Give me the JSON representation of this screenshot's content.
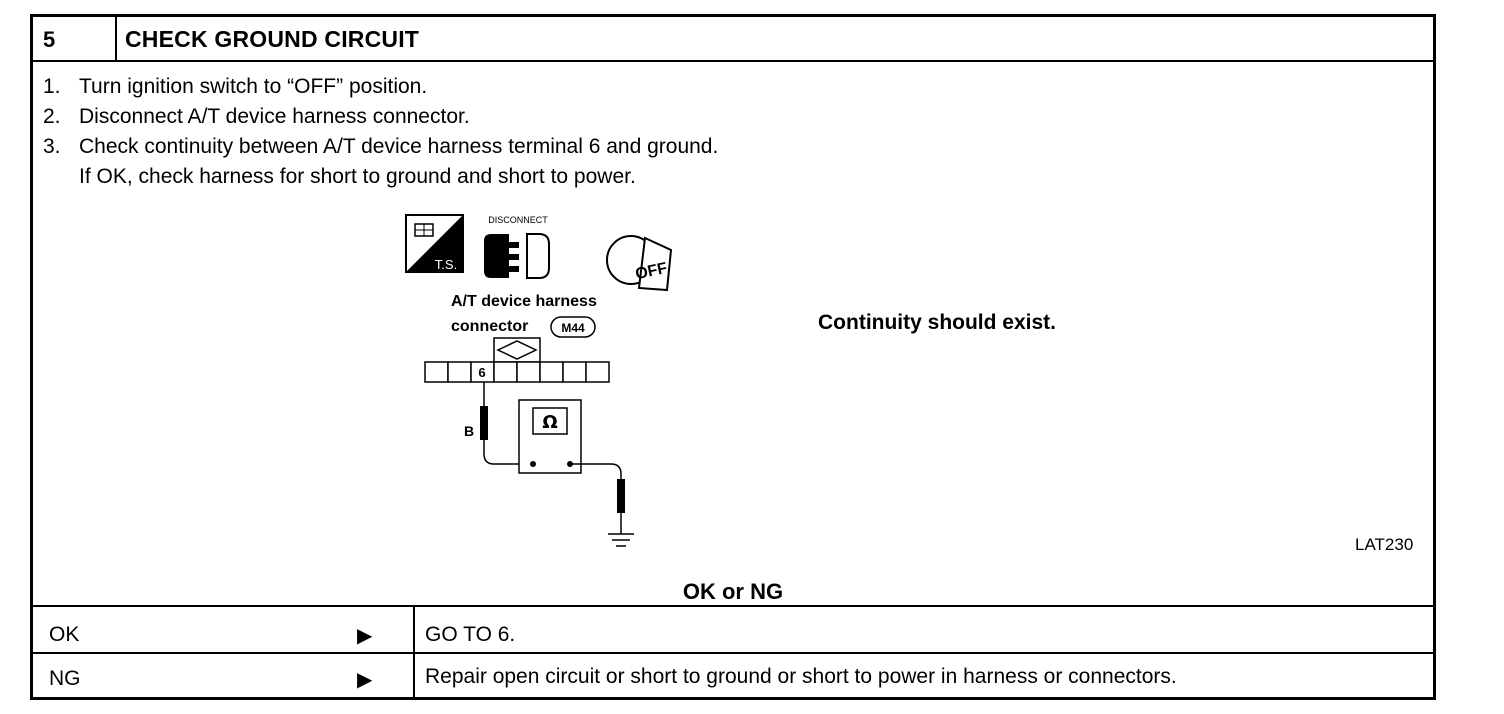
{
  "header": {
    "step_number": "5",
    "title": "CHECK GROUND CIRCUIT"
  },
  "instructions": [
    {
      "num": "1.",
      "text": "Turn ignition switch to “OFF” position."
    },
    {
      "num": "2.",
      "text": "Disconnect A/T device harness connector."
    },
    {
      "num": "3.",
      "text": "Check continuity between A/T device harness terminal 6 and ground."
    }
  ],
  "instruction_note": "If OK, check harness for short to ground and short to power.",
  "diagram": {
    "icon_ts_label": "T.S.",
    "icon_disconnect_label": "DISCONNECT",
    "icon_off_label": "OFF",
    "connector_line1": "A/T device harness",
    "connector_line2": "connector",
    "connector_code": "M44",
    "terminal": "6",
    "wire_color": "B",
    "ohm_symbol": "Ω",
    "result_text": "Continuity should exist.",
    "figure_id": "LAT230"
  },
  "question": "OK or NG",
  "answers": [
    {
      "code": "OK",
      "arrow": "▶",
      "action": "GO TO 6."
    },
    {
      "code": "NG",
      "arrow": "▶",
      "action": "Repair open circuit or short to ground or short to power in harness or connectors."
    }
  ]
}
